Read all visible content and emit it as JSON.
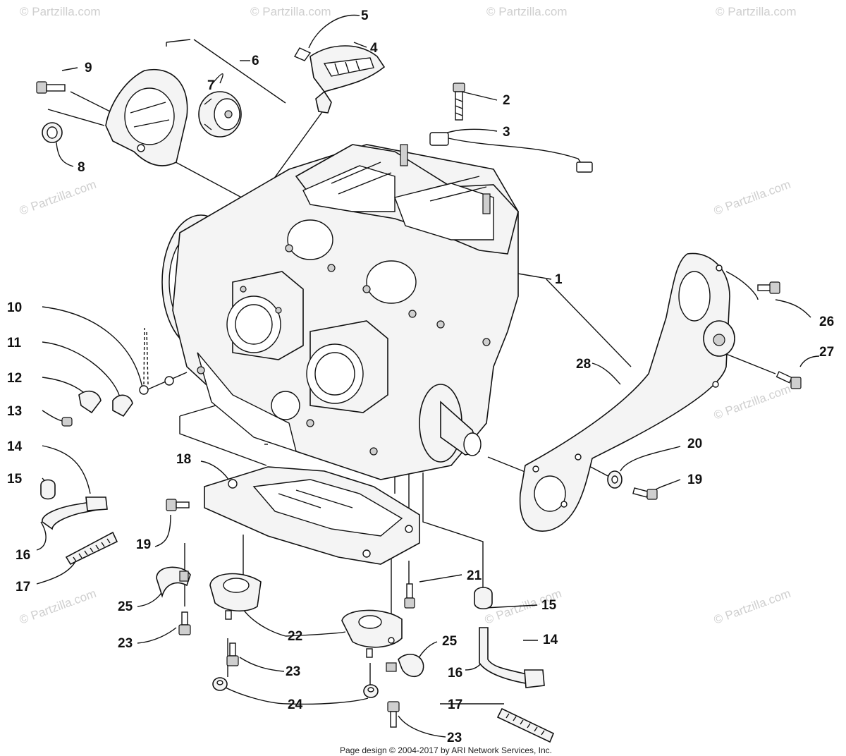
{
  "watermark": "© Partzilla.com",
  "footer": "Page design © 2004-2017 by ARI Network Services, Inc.",
  "callouts": {
    "c1": "1",
    "c2": "2",
    "c3": "3",
    "c4": "4",
    "c5": "5",
    "c6": "6",
    "c7": "7",
    "c8": "8",
    "c9": "9",
    "c10": "10",
    "c11": "11",
    "c12": "12",
    "c13": "13",
    "c14a": "14",
    "c14b": "14",
    "c15a": "15",
    "c15b": "15",
    "c16a": "16",
    "c16b": "16",
    "c17a": "17",
    "c17b": "17",
    "c18": "18",
    "c19a": "19",
    "c19b": "19",
    "c20": "20",
    "c21": "21",
    "c22": "22",
    "c23a": "23",
    "c23b": "23",
    "c23c": "23",
    "c24": "24",
    "c25a": "25",
    "c25b": "25",
    "c26": "26",
    "c27": "27",
    "c28": "28"
  }
}
